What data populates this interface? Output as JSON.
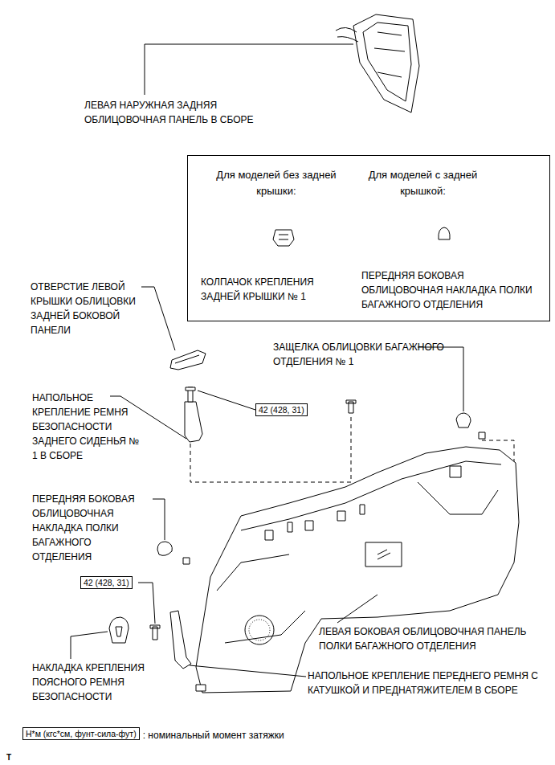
{
  "diagram": {
    "nodes": [
      {
        "text": [
          "Для моделей без задней крышки:",
          "Для моделей с задней крышкой:",
          "КОЛПАЧОК КРЕПЛЕНИЯ ЗАДНЕЙ КРЫШКИ № 1",
          "ПЕРЕДНЯЯ БОКОВАЯ ОБЛИЦОВОЧНАЯ НАКЛАДКА ПОЛКИ БАГАЖНОГО ОТДЕЛЕНИЯ"
        ]
      },
      {
        "text": [
          "42 (428, 31)"
        ]
      },
      {
        "text": [
          "42 (428, 31)"
        ]
      },
      {
        "text": [
          "Н*м (кгс*см, фунт-сила-фут)"
        ]
      }
    ],
    "labels": [
      "ЛЕВАЯ НАРУЖНАЯ ЗАДНЯЯ ОБЛИЦОВОЧНАЯ ПАНЕЛЬ В СБОРЕ",
      "ОТВЕРСТИЕ ЛЕВОЙ КРЫШКИ ОБЛИЦОВКИ ЗАДНЕЙ БОКОВОЙ ПАНЕЛИ",
      "ЗАЩЕЛКА ОБЛИЦОВКИ БАГАЖНОГО ОТДЕЛЕНИЯ № 1",
      "НАПОЛЬНОЕ КРЕПЛЕНИЕ РЕМНЯ БЕЗОПАСНОСТИ ЗАДНЕГО СИДЕНЬЯ № 1 В СБОРЕ",
      "ПЕРЕДНЯЯ БОКОВАЯ ОБЛИЦОВОЧНАЯ НАКЛАДКА ПОЛКИ БАГАЖНОГО ОТДЕЛЕНИЯ",
      "ЛЕВАЯ БОКОВАЯ ОБЛИЦОВОЧНАЯ ПАНЕЛЬ ПОЛКИ БАГАЖНОГО ОТДЕЛЕНИЯ",
      "НАКЛАДКА КРЕПЛЕНИЯ ПОЯСНОГО РЕМНЯ БЕЗОПАСНОСТИ",
      "НАПОЛЬНОЕ КРЕПЛЕНИЕ ПЕРЕДНЕГО РЕМНЯ С КАТУШКОЙ И ПРЕДНАТЯЖИТЕЛЕМ В СБОРЕ",
      ": номинальный момент затяжки",
      "T"
    ]
  }
}
